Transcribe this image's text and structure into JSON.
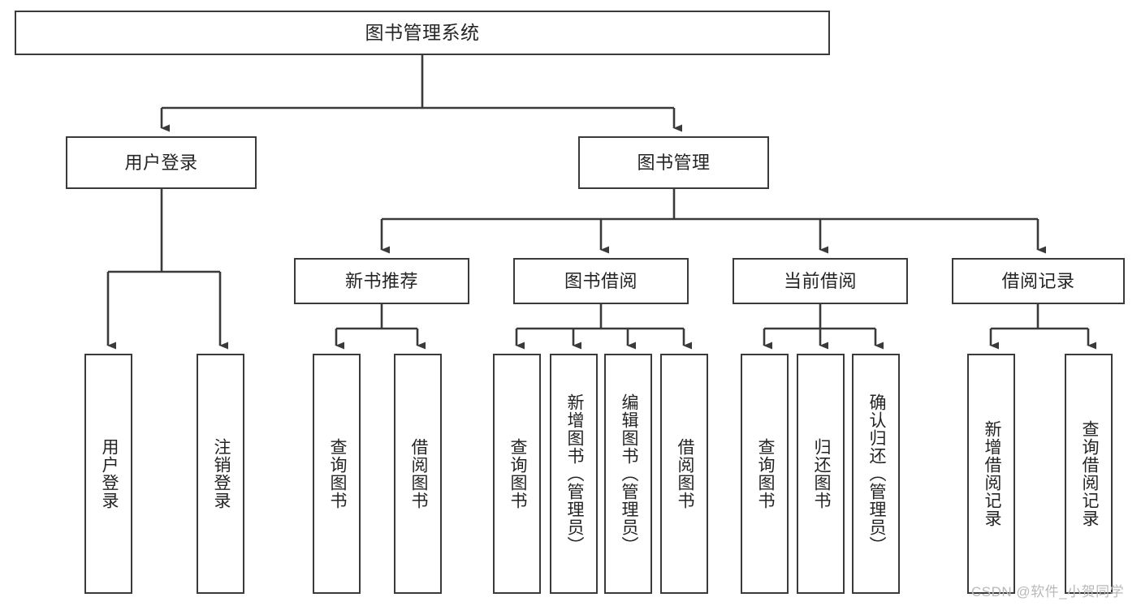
{
  "diagram": {
    "title": "图书管理系统",
    "type": "tree-hierarchy-diagram",
    "colors": {
      "box_border": "#3a3a3a",
      "connector": "#3a3a3a",
      "text": "#242424",
      "background": "#ffffff",
      "watermark": "#b9b9b9"
    },
    "root": {
      "label": "图书管理系统"
    },
    "level2": [
      {
        "label": "用户登录"
      },
      {
        "label": "图书管理"
      }
    ],
    "level3": [
      {
        "label": "新书推荐"
      },
      {
        "label": "图书借阅"
      },
      {
        "label": "当前借阅"
      },
      {
        "label": "借阅记录"
      }
    ],
    "leaves": {
      "user_login": [
        {
          "label": "用户登录"
        },
        {
          "label": "注销登录"
        }
      ],
      "new_book_recommend": [
        {
          "label": "查询图书"
        },
        {
          "label": "借阅图书"
        }
      ],
      "book_borrow": [
        {
          "label": "查询图书"
        },
        {
          "label": "新增图书（管理员）"
        },
        {
          "label": "编辑图书（管理员）"
        },
        {
          "label": "借阅图书"
        }
      ],
      "current_borrow": [
        {
          "label": "查询图书"
        },
        {
          "label": "归还图书"
        },
        {
          "label": "确认归还（管理员）"
        }
      ],
      "borrow_record": [
        {
          "label": "新增借阅记录"
        },
        {
          "label": "查询借阅记录"
        }
      ]
    }
  },
  "watermark": {
    "text": "CSDN @软件_小贺同学"
  }
}
